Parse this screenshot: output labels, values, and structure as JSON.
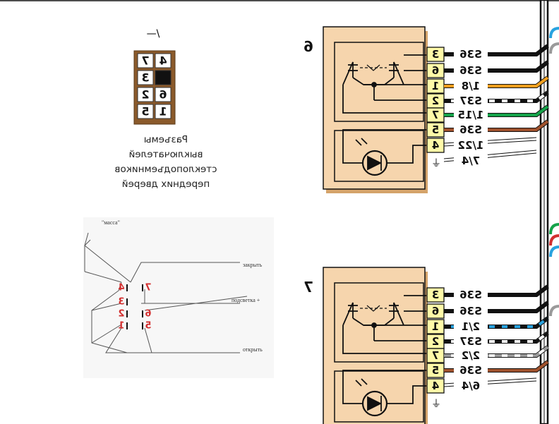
{
  "connector_view": {
    "header_mark": "—\\",
    "cells": [
      "7",
      "4",
      "3",
      "",
      "2",
      "6",
      "5",
      "1"
    ],
    "caption_lines": [
      "Разъемы",
      "выключателей",
      "стеклоподъемников",
      "передних дверей"
    ]
  },
  "schematic": {
    "ground_label": "\"масса\"",
    "close_label": "закрыть",
    "backlight_label": "подсветка +",
    "open_label": "открыть",
    "pins_left": [
      "4",
      "3",
      "2",
      "1"
    ],
    "pins_right": [
      "7",
      "6",
      "5"
    ]
  },
  "switches": [
    {
      "id": "6",
      "label": "6",
      "pins": [
        "3",
        "6",
        "1",
        "2",
        "7",
        "5",
        "4"
      ],
      "wires": [
        {
          "label": "S36",
          "color": "#111111",
          "stripe": ""
        },
        {
          "label": "S36",
          "color": "#111111",
          "stripe": ""
        },
        {
          "label": "1/8",
          "color": "#f0a020",
          "stripe": ""
        },
        {
          "label": "S37",
          "color": "#ffffff",
          "stripe": "#111111"
        },
        {
          "label": "1/15",
          "color": "#16a34a",
          "stripe": ""
        },
        {
          "label": "S36",
          "color": "#a0522d",
          "stripe": ""
        },
        {
          "label": "1/22",
          "color": "#ffffff",
          "stripe": ""
        },
        {
          "label": "7/4",
          "color": "#ffffff",
          "stripe": ""
        }
      ]
    },
    {
      "id": "7",
      "label": "7",
      "pins": [
        "3",
        "6",
        "1",
        "2",
        "7",
        "5",
        "4"
      ],
      "wires": [
        {
          "label": "S36",
          "color": "#111111",
          "stripe": ""
        },
        {
          "label": "S36",
          "color": "#111111",
          "stripe": ""
        },
        {
          "label": "2/1",
          "color": "#29a3e0",
          "stripe": "#111111"
        },
        {
          "label": "S37",
          "color": "#ffffff",
          "stripe": "#111111"
        },
        {
          "label": "2/2",
          "color": "#ffffff",
          "stripe": "#9a9a9a"
        },
        {
          "label": "S36",
          "color": "#a0522d",
          "stripe": ""
        },
        {
          "label": "6/4",
          "color": "#ffffff",
          "stripe": ""
        }
      ]
    }
  ],
  "bus_stubs": [
    {
      "color": "#29a3e0"
    },
    {
      "color": "#9a9a9a"
    },
    {
      "color": "#16a34a"
    },
    {
      "color": "#d32f2f"
    },
    {
      "color": "#29a3e0"
    },
    {
      "color": "#9a9a9a"
    }
  ]
}
